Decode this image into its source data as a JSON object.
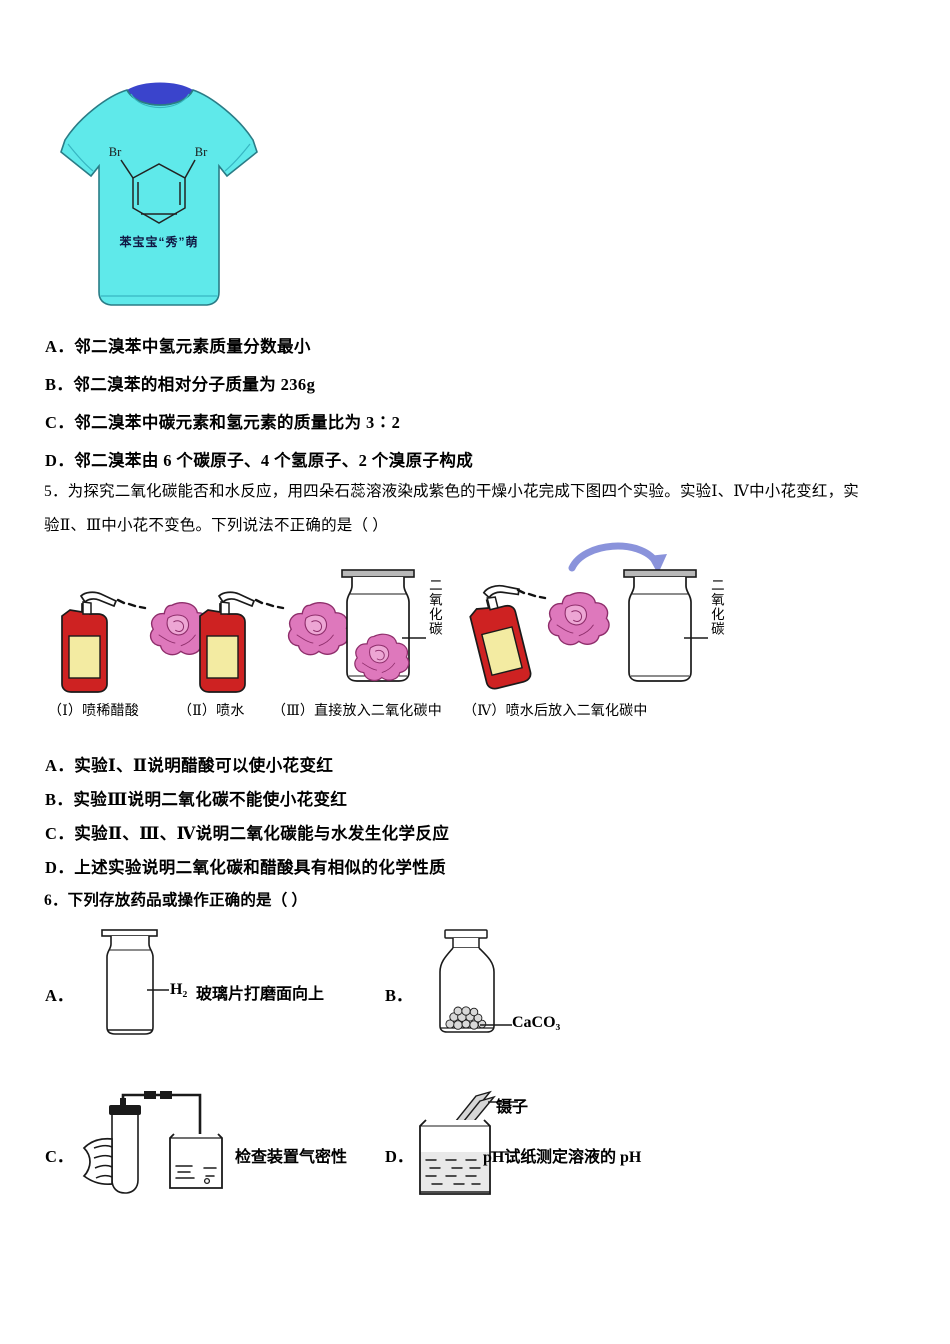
{
  "document": {
    "kind": "chemistry-exam-page",
    "language": "zh-CN"
  },
  "tshirt_figure": {
    "name": "benzene-tshirt-illustration",
    "shirt_color": "#5FE9EA",
    "collar_color": "#3A44CC",
    "outline_color": "#2A7C86",
    "substituent_left": "Br",
    "substituent_right": "Br",
    "slogan": "苯宝宝“秀”萌"
  },
  "question4_options": [
    {
      "letter": "A．",
      "text": "邻二溴苯中氢元素质量分数最小"
    },
    {
      "letter": "B．",
      "text": "邻二溴苯的相对分子质量为 236g"
    },
    {
      "letter": "C．",
      "text": "邻二溴苯中碳元素和氢元素的质量比为 3∶2"
    },
    {
      "letter": "D．",
      "text": "邻二溴苯由 6 个碳原子、4 个氢原子、2 个溴原子构成"
    }
  ],
  "question5": {
    "number": "5．",
    "stem_line1": "为探究二氧化碳能否和水反应，用四朵石蕊溶液染成紫色的干燥小花完成下图四个实验。实验Ⅰ、Ⅳ中小花变红，实",
    "stem_line2": "验Ⅱ、Ⅲ中小花不变色。下列说法不正确的是（        ）",
    "figure": {
      "name": "co2-water-flower-experiment",
      "spray_body_color": "#CE2222",
      "spray_label_color": "#F3EBA2",
      "flower_color": "#DE78BC",
      "flower_dark": "#B03A86",
      "arrow_color": "#8A93DB",
      "jar_label": "二氧化碳",
      "captions": [
        "（Ⅰ）喷稀醋酸",
        "（Ⅱ）喷水",
        "（Ⅲ）直接放入二氧化碳中",
        "（Ⅳ）喷水后放入二氧化碳中"
      ]
    },
    "options": [
      {
        "letter": "A．",
        "text": "实验Ⅰ、Ⅱ说明醋酸可以使小花变红"
      },
      {
        "letter": "B．",
        "text": "实验Ⅲ说明二氧化碳不能使小花变红"
      },
      {
        "letter": "C．",
        "text": "实验Ⅱ、Ⅲ、Ⅳ说明二氧化碳能与水发生化学反应"
      },
      {
        "letter": "D．",
        "text": "上述实验说明二氧化碳和醋酸具有相似的化学性质"
      }
    ]
  },
  "question6": {
    "number": "6．",
    "stem": "下列存放药品或操作正确的是（        ）",
    "options": [
      {
        "letter": "A．",
        "figure_name": "gas-jar-hydrogen",
        "leader_label": "H₂",
        "caption": "玻璃片打磨面向上"
      },
      {
        "letter": "B．",
        "figure_name": "reagent-bottle-calcium-carbonate",
        "leader_label": "CaCO₃",
        "caption": ""
      },
      {
        "letter": "C．",
        "figure_name": "airtightness-check-apparatus",
        "leader_label": "",
        "caption": "检查装置气密性"
      },
      {
        "letter": "D．",
        "figure_name": "ph-paper-in-beaker",
        "leader_label": "镊子",
        "leader_label2": "pH试纸",
        "caption": "测定溶液的 pH"
      }
    ]
  }
}
